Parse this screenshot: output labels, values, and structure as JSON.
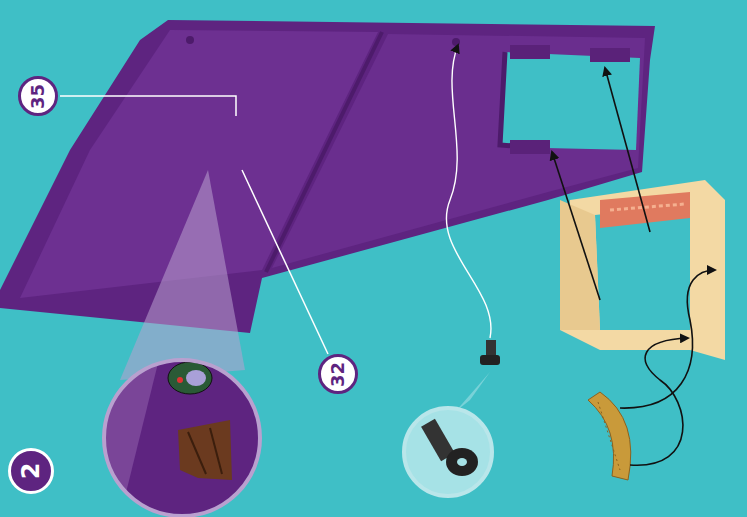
{
  "diagram": {
    "labels": [
      "35",
      "32",
      "2"
    ]
  }
}
